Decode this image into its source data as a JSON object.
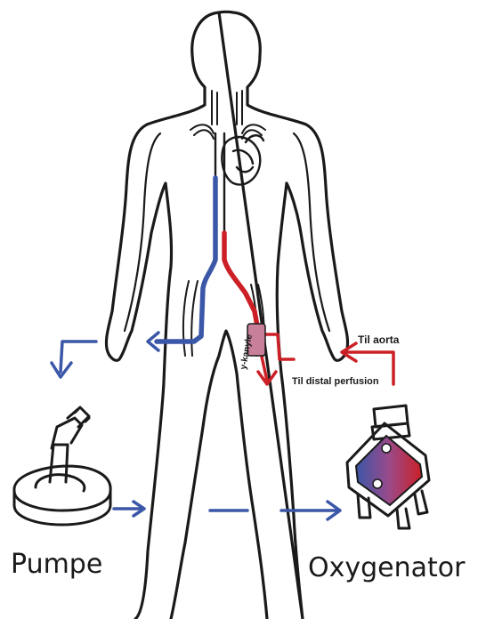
{
  "labels": {
    "pump": "Pumpe",
    "oxygenator": "Oxygenator",
    "to_aorta": "Til aorta",
    "distal_perfusion": "Til distal perfusion",
    "y_cannula": "y-kanyle"
  },
  "colors": {
    "venous": "#3b57a8",
    "arterial": "#cc2026",
    "outline": "#1a1a1a"
  }
}
